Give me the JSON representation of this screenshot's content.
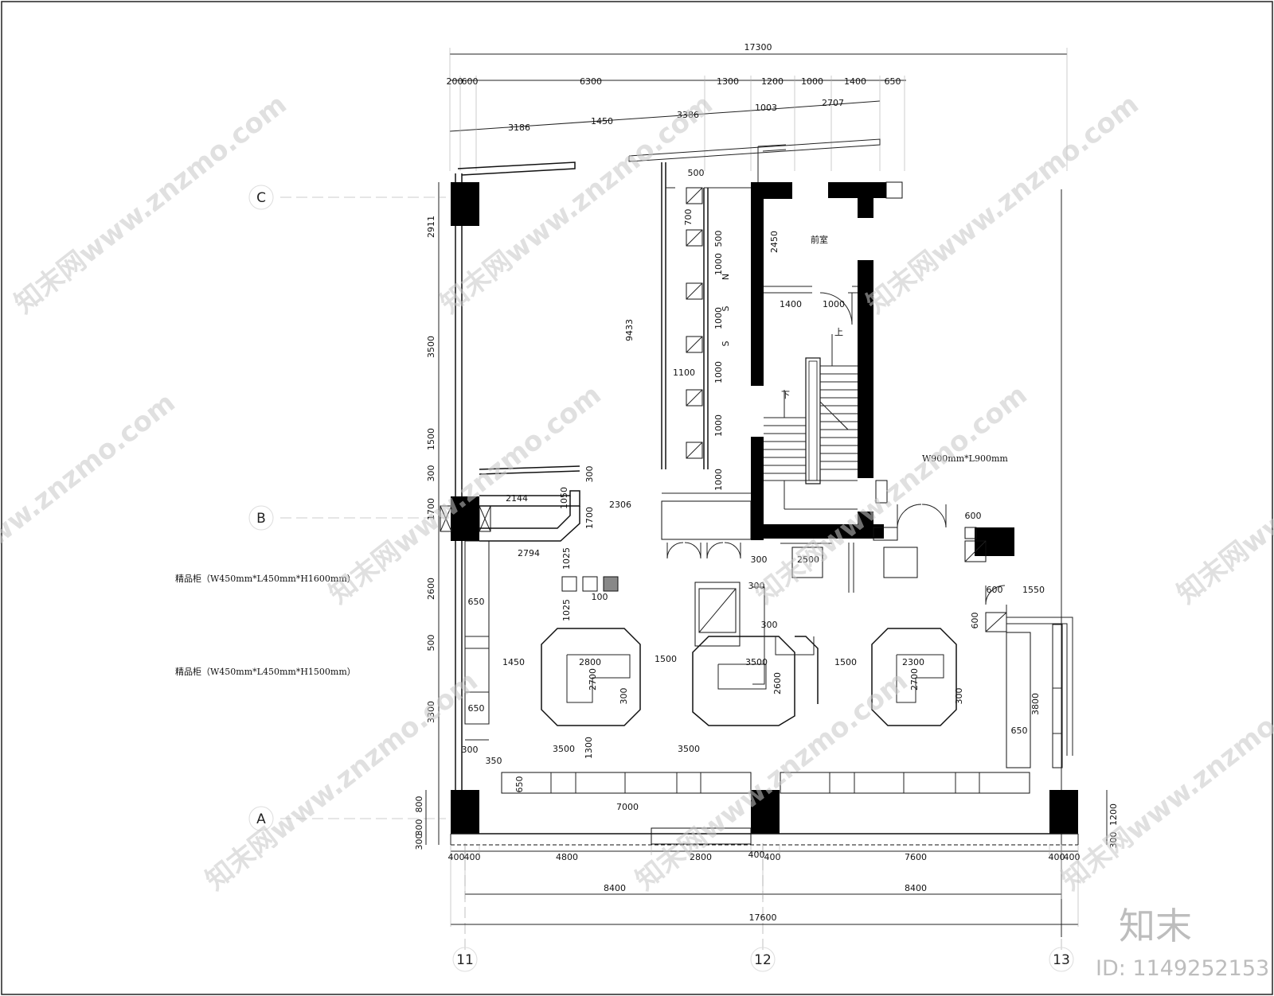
{
  "plan": {
    "room_label": "前室",
    "display_cabinet_1600": "精品柜（W450mm*L450mm*H1600mm）",
    "display_cabinet_1500": "精品柜（W450mm*L450mm*H1500mm）",
    "equipment_label": "W900mm*L900mm",
    "stair_up": "上",
    "stair_down": "下",
    "grid_rows": [
      "C",
      "B",
      "A"
    ],
    "grid_cols": [
      "11",
      "12",
      "13"
    ],
    "dims_top_total": "17300",
    "dims_top_row": [
      "200",
      "600",
      "6300",
      "1300",
      "1200",
      "1000",
      "1400",
      "650"
    ],
    "dims_top_row2": [
      "3186",
      "1450",
      "3386",
      "1003",
      "2707"
    ],
    "dims_left": [
      "2911",
      "3500",
      "1500",
      "300",
      "1700",
      "2600",
      "500",
      "3300",
      "800",
      "300",
      "300"
    ],
    "dims_corridor": [
      "500",
      "700",
      "500",
      "1000",
      "N",
      "1000",
      "S",
      "S",
      "1000",
      "1000",
      "1000",
      "1100",
      "9433",
      "2306"
    ],
    "dims_stair": [
      "2450",
      "1400",
      "1000"
    ],
    "dims_interior": [
      "2144",
      "1050",
      "1700",
      "300",
      "2794",
      "1025",
      "1025",
      "100",
      "650",
      "650",
      "300",
      "350",
      "1450",
      "2800",
      "2700",
      "300",
      "1500",
      "3500",
      "2600",
      "300",
      "1500",
      "2300",
      "2700",
      "300",
      "3500",
      "1300",
      "3500",
      "650",
      "7000",
      "2500",
      "300",
      "300",
      "600",
      "600",
      "1550",
      "600",
      "3800",
      "650",
      "1200",
      "300"
    ],
    "dims_bottom_row1": [
      "400",
      "400",
      "4800",
      "2800",
      "400",
      "400",
      "7600",
      "400",
      "400"
    ],
    "dims_bottom_row2": [
      "8400",
      "8400"
    ],
    "dims_bottom_total": "17600"
  },
  "watermark": {
    "text": "知末网www.znzmo.com",
    "logo": "知末",
    "id": "ID: 1149252153"
  }
}
